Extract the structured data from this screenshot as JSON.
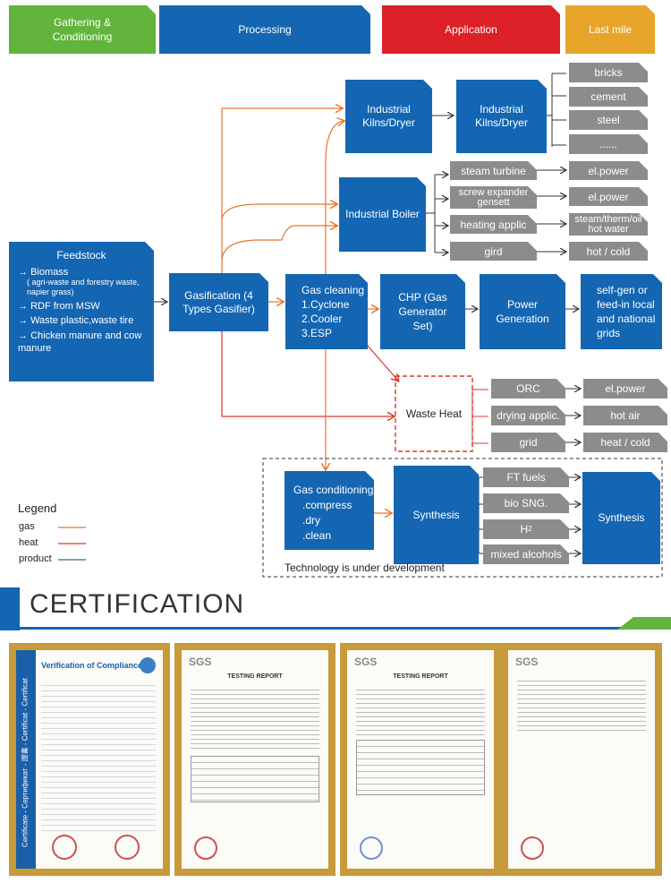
{
  "headers": {
    "gathering": "Gathering & Conditioning",
    "processing": "Processing",
    "application": "Application",
    "last_mile": "Last mile"
  },
  "colors": {
    "green": "#62b43c",
    "blue": "#1466b3",
    "red": "#dc2128",
    "orange": "#e6a529",
    "gray": "#8c8c8c",
    "gas": "#e8732b",
    "heat": "#d8392c"
  },
  "feedstock": {
    "title": "Feedstock",
    "items": [
      "Biomass",
      "( agri-waste and forestry waste, napier grass)",
      "RDF from MSW",
      "Waste plastic,waste tire",
      "Chicken manure and cow manure"
    ]
  },
  "gasification": "Gasification (4 Types Gasifier)",
  "kilns1": "Industrial Kilns/Dryer",
  "kilns2": "Industrial Kilns/Dryer",
  "kiln_products": [
    "bricks",
    "cement",
    "steel",
    "......"
  ],
  "boiler": "Industrial Boiler",
  "boiler_mid": [
    "steam turbine",
    "screw expander gensett",
    "heating applic",
    "gird"
  ],
  "boiler_out": [
    "el.power",
    "el.power",
    "steam/therm/oil hot water",
    "hot / cold"
  ],
  "gas_cleaning": {
    "title": "Gas cleaning",
    "items": [
      "1.Cyclone",
      "2.Cooler",
      "3.ESP"
    ]
  },
  "chp": "CHP (Gas Generator Set)",
  "power_gen": "Power Generation",
  "self_gen": "self-gen or feed-in local and national grids",
  "waste_heat": "Waste Heat",
  "wh_mid": [
    "ORC",
    "drying applic.",
    "grid"
  ],
  "wh_out": [
    "el.power",
    "hot air",
    "heat / cold"
  ],
  "gas_conditioning": {
    "title": "Gas conditioning",
    "items": [
      ".compress",
      ".dry",
      ".clean"
    ]
  },
  "synthesis1": "Synthesis",
  "synthesis2": "Synthesis",
  "syn_products": {
    "ft": "FT fuels",
    "sng": "bio SNG.",
    "h2_base": "H",
    "h2_sub": "2",
    "alcohol": "mixed alcohols"
  },
  "dev_note": "Technology is under development",
  "legend": {
    "title": "Legend",
    "gas": "gas",
    "heat": "heat",
    "product": "product"
  },
  "certification": "CERTIFICATION",
  "certs": {
    "c1_title": "Verification of Compliance",
    "c1_side": "Certificate - Сертификат - 證書 - Certificat - Certificat",
    "sgs": "SGS",
    "testing_report": "TESTING REPORT"
  }
}
